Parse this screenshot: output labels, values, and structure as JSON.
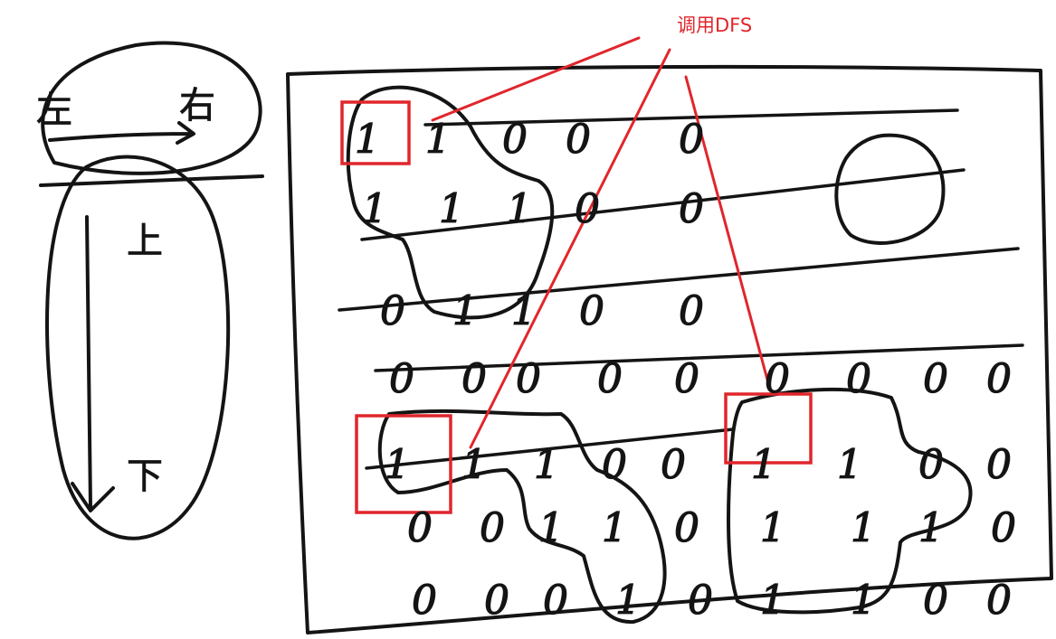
{
  "annotation": {
    "text": "调用DFS",
    "color": "#e0262c"
  },
  "stroke_color": "#141414",
  "left_sketch": {
    "top_labels": [
      "左",
      "右"
    ],
    "vertical_labels": [
      "上",
      "下"
    ]
  },
  "grid": {
    "rows": [
      [
        "1",
        "1",
        "0",
        "0",
        "0"
      ],
      [
        "1",
        "1",
        "1",
        "0",
        "0"
      ],
      [
        "0",
        "1",
        "1",
        "0",
        "0"
      ],
      [
        "0",
        "0",
        "0",
        "0",
        "0",
        "0",
        "0",
        "0",
        "0"
      ],
      [
        "1",
        "1",
        "1",
        "0",
        "0",
        "1",
        "1",
        "0",
        "0"
      ],
      [
        "0",
        "0",
        "1",
        "1",
        "0",
        "1",
        "1",
        "1",
        "0"
      ],
      [
        "0",
        "0",
        "0",
        "1",
        "0",
        "1",
        "1",
        "0",
        "0"
      ]
    ]
  }
}
